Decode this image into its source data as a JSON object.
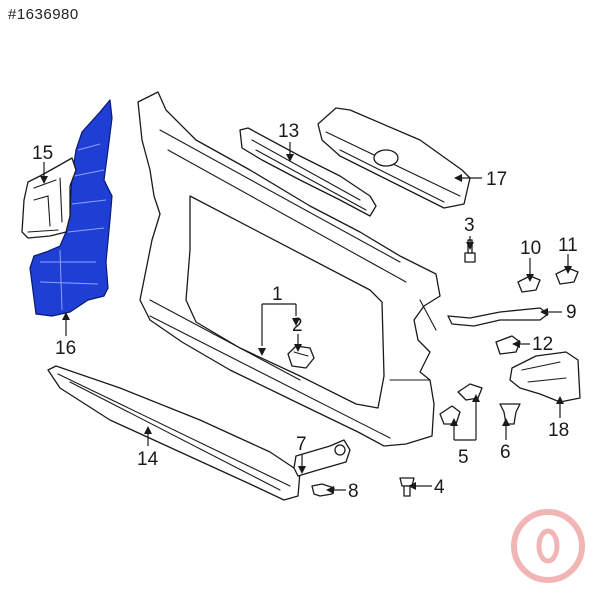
{
  "reference_number": "#1636980",
  "callouts": [
    {
      "id": "1",
      "label": "1"
    },
    {
      "id": "2",
      "label": "2"
    },
    {
      "id": "3",
      "label": "3"
    },
    {
      "id": "4",
      "label": "4"
    },
    {
      "id": "5",
      "label": "5"
    },
    {
      "id": "6",
      "label": "6"
    },
    {
      "id": "7",
      "label": "7"
    },
    {
      "id": "8",
      "label": "8"
    },
    {
      "id": "9",
      "label": "9"
    },
    {
      "id": "10",
      "label": "10"
    },
    {
      "id": "11",
      "label": "11"
    },
    {
      "id": "12",
      "label": "12"
    },
    {
      "id": "13",
      "label": "13"
    },
    {
      "id": "14",
      "label": "14"
    },
    {
      "id": "15",
      "label": "15"
    },
    {
      "id": "16",
      "label": "16"
    },
    {
      "id": "17",
      "label": "17"
    },
    {
      "id": "18",
      "label": "18"
    }
  ],
  "colors": {
    "highlight": "#1f3fd4",
    "line": "#1a1a1a",
    "watermark": "#f2b5b5"
  }
}
